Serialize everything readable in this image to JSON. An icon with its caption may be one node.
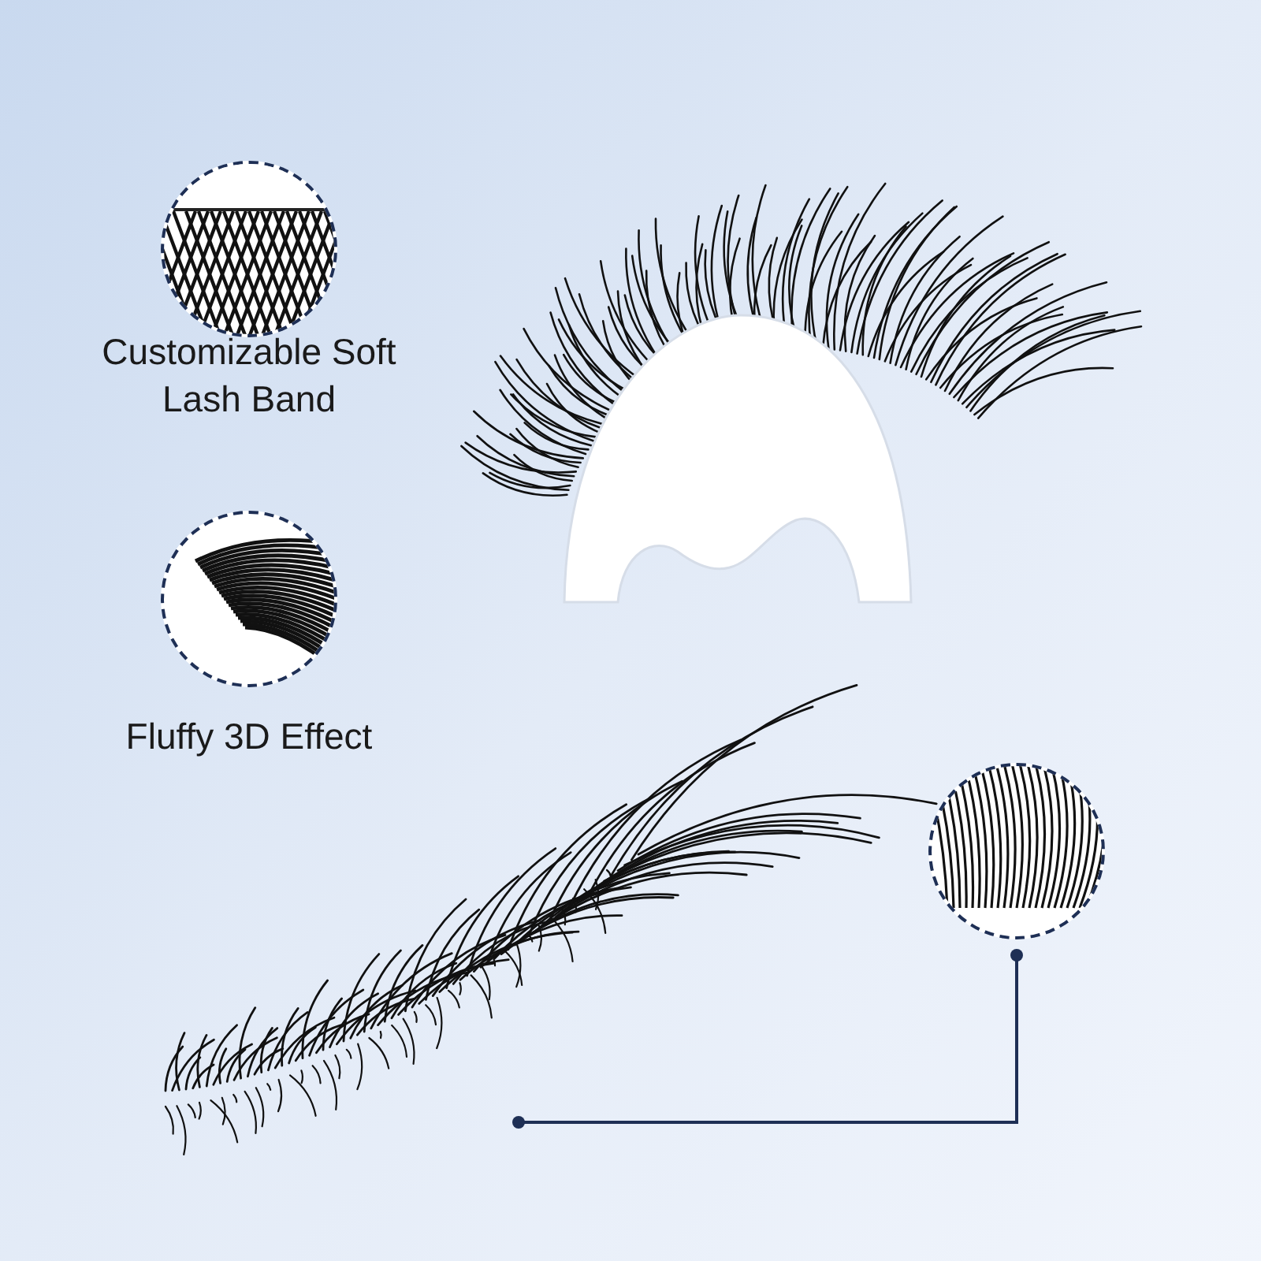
{
  "diagram": {
    "nodes": [
      {
        "text": [],
        "shape": "picture"
      },
      {
        "text": [],
        "shape": "picture"
      },
      {
        "text": [],
        "shape": "picture"
      },
      {
        "text": [],
        "shape": "picture"
      }
    ],
    "edges": [
      {
        "from": 2,
        "to": 3,
        "arrow": "other"
      }
    ],
    "labels": [
      "Customizable Soft Lash Band",
      "Fluffy 3D Effect"
    ]
  }
}
